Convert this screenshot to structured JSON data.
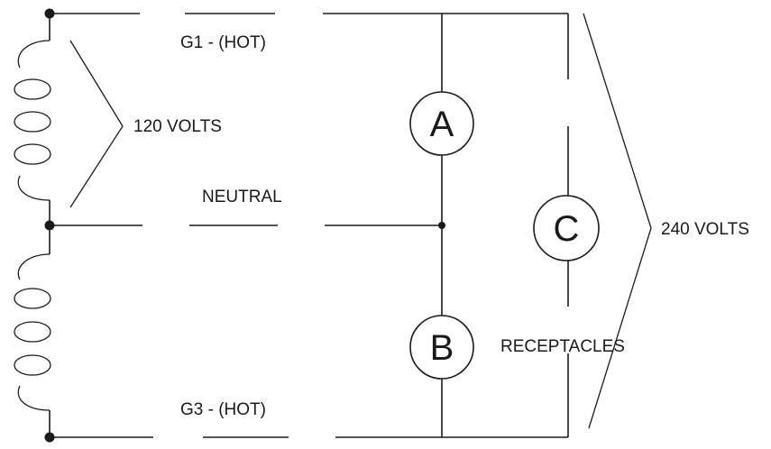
{
  "labels": {
    "g1": "G1 - (HOT)",
    "neutral": "NEUTRAL",
    "g3": "G3 - (HOT)",
    "v120": "120 VOLTS",
    "v240": "240 VOLTS",
    "receptacles": "RECEPTACLES"
  },
  "receptacles": {
    "a": "A",
    "b": "B",
    "c": "C"
  },
  "colors": {
    "ink": "#1a1a1a",
    "background": "#ffffff"
  }
}
